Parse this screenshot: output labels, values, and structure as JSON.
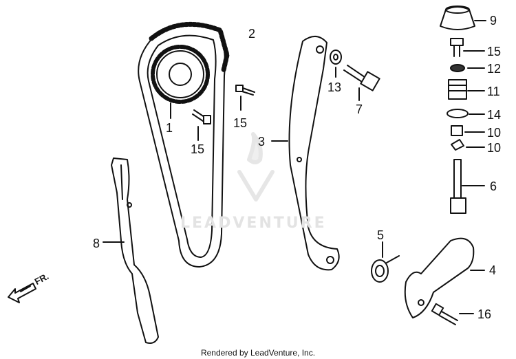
{
  "callouts": {
    "c1": "1",
    "c2": "2",
    "c3": "3",
    "c4": "4",
    "c5": "5",
    "c6": "6",
    "c7": "7",
    "c8": "8",
    "c9": "9",
    "c10a": "10",
    "c10b": "10",
    "c11": "11",
    "c12": "12",
    "c13": "13",
    "c14": "14",
    "c15a": "15",
    "c15b": "15",
    "c15c": "15",
    "c16": "16"
  },
  "direction_label": "FR.",
  "watermark": "LEADVENTURE",
  "footer_credit": "Rendered by LeadVenture, Inc.",
  "colors": {
    "ink": "#111111",
    "watermark": "#e3e3e3",
    "background": "#ffffff"
  }
}
